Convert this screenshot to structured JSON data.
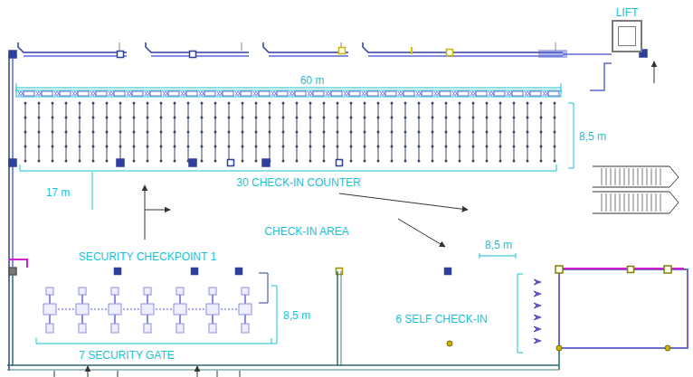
{
  "diagram": {
    "nodes": [
      {
        "text": [
          "LIFT"
        ]
      }
    ],
    "labels": [
      "60 m",
      "8,5 m",
      "30 CHECK-IN COUNTER",
      "17 m",
      "CHECK-IN AREA",
      "SECURITY CHECKPOINT 1",
      "8,5 m",
      "6 SELF CHECK-IN",
      "7 SECURITY GATE",
      "8,5 m"
    ]
  }
}
